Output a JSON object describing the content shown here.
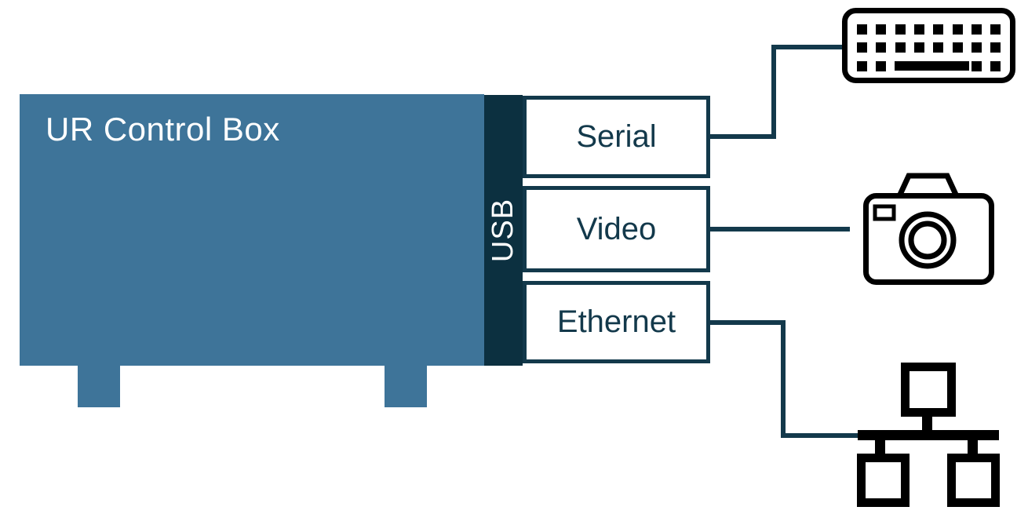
{
  "colors": {
    "control_box_fill": "#3E7499",
    "usb_bus_fill": "#0C3040",
    "connector_line": "#13394B",
    "adapter_border": "#13394B",
    "adapter_text": "#13394B",
    "icon_stroke": "#000000",
    "background": "#FFFFFF",
    "light_text": "#FFFFFF"
  },
  "control_box": {
    "label": "UR Control Box"
  },
  "usb_bus": {
    "label": "USB"
  },
  "adapters": [
    {
      "label": "Serial",
      "connects_to_icon": "keyboard-icon"
    },
    {
      "label": "Video",
      "connects_to_icon": "camera-icon"
    },
    {
      "label": "Ethernet",
      "connects_to_icon": "network-icon"
    }
  ],
  "icons": [
    "keyboard-icon",
    "camera-icon",
    "network-icon"
  ]
}
